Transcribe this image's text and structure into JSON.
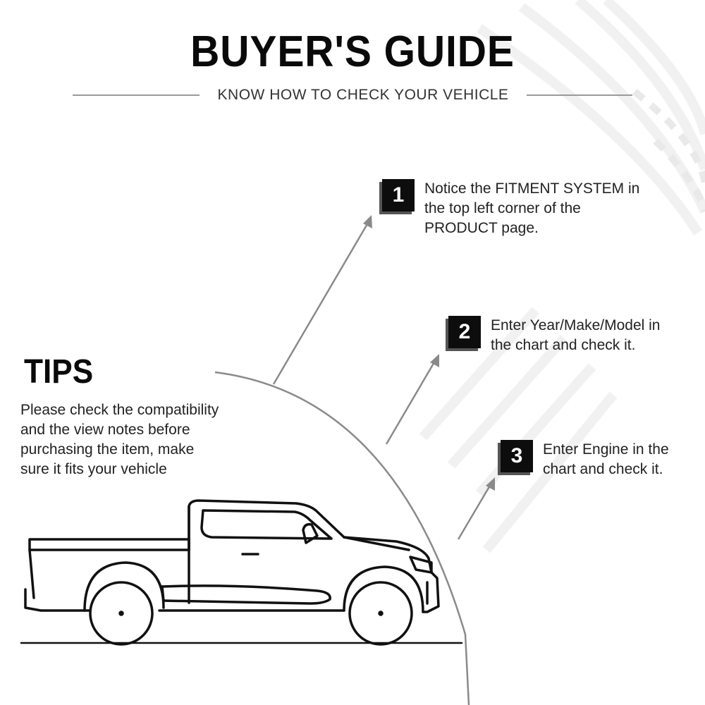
{
  "header": {
    "title": "BUYER'S GUIDE",
    "subtitle": "KNOW HOW TO CHECK YOUR VEHICLE"
  },
  "steps": [
    {
      "number": "1",
      "text": "Notice the FITMENT SYSTEM in\nthe top left corner of the\nPRODUCT page."
    },
    {
      "number": "2",
      "text": "Enter Year/Make/Model in\nthe chart and check it."
    },
    {
      "number": "3",
      "text": "Enter Engine in the\nchart and check it."
    }
  ],
  "tips": {
    "title": "TIPS",
    "text": "Please check the compatibility\nand the view notes before\npurchasing the item, make\nsure it fits your vehicle"
  },
  "illustration": {
    "icon": "pickup-truck-icon"
  },
  "colors": {
    "badge": "#0d0d0d",
    "badge_text": "#ffffff",
    "lines": "#8a8a8a"
  }
}
